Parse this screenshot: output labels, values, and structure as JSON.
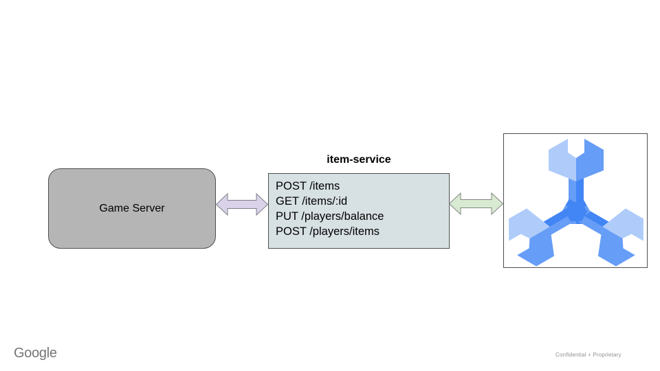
{
  "slide": {
    "background": "#ffffff",
    "nodes": {
      "game_server": {
        "label": "Game Server",
        "fill": "#b5b5b5"
      },
      "item_service": {
        "title": "item-service",
        "endpoints": [
          "POST /items",
          "GET /items/:id",
          "PUT /players/balance",
          "POST /players/items"
        ],
        "fill": "#d7e0e3"
      },
      "spanner": {
        "icon": "cloud-spanner-icon",
        "colors": {
          "light": "#aecbfa",
          "medium": "#669df6",
          "dark": "#4285f4"
        }
      }
    },
    "connectors": {
      "left_arrow": {
        "fill": "#d9d2e9"
      },
      "right_arrow": {
        "fill": "#d9ead3"
      }
    },
    "footer": {
      "logo_text": "Google",
      "confidential": "Confidential + Proprietary"
    }
  }
}
